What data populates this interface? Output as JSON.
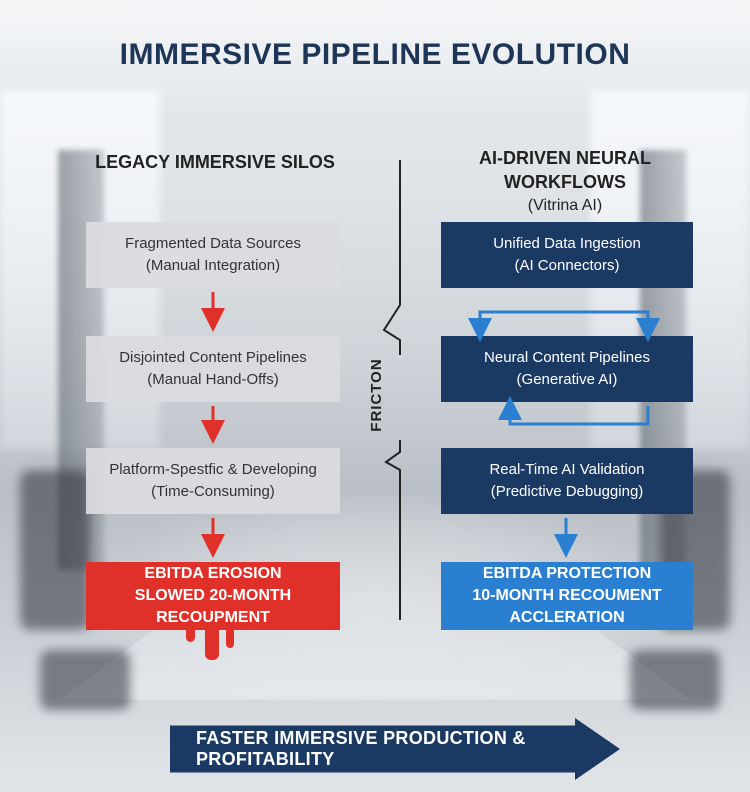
{
  "title": "IMMERSIVE PIPELINE EVOLUTION",
  "left_column": {
    "heading": "LEGACY IMMERSIVE SILOS",
    "boxes": [
      {
        "line1": "Fragmented Data Sources",
        "line2": "(Manual Integration)"
      },
      {
        "line1": "Disjointed Content Pipelines",
        "line2": "(Manual Hand-Offs)"
      },
      {
        "line1": "Platform-Spestfic & Developing",
        "line2": "(Time-Consuming)"
      }
    ],
    "outcome": {
      "line1": "EBITDA EROSION",
      "line2": "SLOWED 20-MONTH RECOUPMENT"
    }
  },
  "right_column": {
    "heading": "AI-DRIVEN NEURAL WORKFLOWS",
    "subheading": "(Vitrina AI)",
    "boxes": [
      {
        "line1": "Unified Data Ingestion",
        "line2": "(AI Connectors)"
      },
      {
        "line1": "Neural Content Pipelines",
        "line2": "(Generative AI)"
      },
      {
        "line1": "Real-Time AI Validation",
        "line2": "(Predictive Debugging)"
      }
    ],
    "outcome": {
      "line1": "EBITDA PROTECTION",
      "line2": "10-MONTH RECOUMENT ACCLERATION"
    }
  },
  "divider_label": "FRICTON",
  "banner": "FASTER IMMERSIVE PRODUCTION & PROFITABILITY",
  "colors": {
    "navy": "#1b3a63",
    "red": "#e0302a",
    "blue": "#2a7fd0",
    "grey_box": "#dadcdf",
    "title": "#1d3557"
  }
}
